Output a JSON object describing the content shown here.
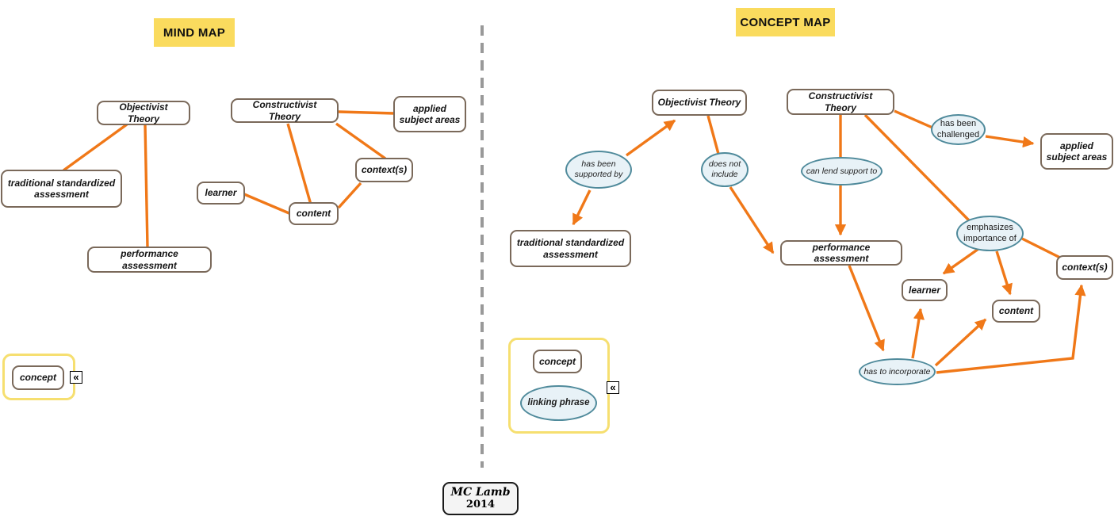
{
  "header": {
    "mind_map_title": "MIND MAP",
    "concept_map_title": "CONCEPT MAP"
  },
  "concepts": {
    "objectivist_theory": "Objectivist Theory",
    "constructivist_theory": "Constructivist Theory",
    "traditional_standardized_assessment": "traditional standardized assessment",
    "performance_assessment": "performance assessment",
    "learner": "learner",
    "content": "content",
    "contexts": "context(s)",
    "applied_subject_areas": "applied subject areas"
  },
  "linking_phrases": {
    "has_been_supported_by": "has been supported by",
    "does_not_include": "does not include",
    "can_lend_support_to": "can lend support to",
    "has_been_challenged": "has been challenged",
    "emphasizes_importance_of": "emphasizes importance of",
    "has_to_incorporate": "has to incorporate"
  },
  "mind_map": {
    "links": [
      {
        "from": "Objectivist Theory",
        "to": "traditional standardized assessment"
      },
      {
        "from": "Objectivist Theory",
        "to": "performance assessment"
      },
      {
        "from": "Constructivist Theory",
        "to": "applied subject areas"
      },
      {
        "from": "Constructivist Theory",
        "to": "context(s)"
      },
      {
        "from": "Constructivist Theory",
        "to": "content"
      },
      {
        "from": "learner",
        "to": "content"
      },
      {
        "from": "content",
        "to": "context(s)"
      }
    ]
  },
  "concept_map": {
    "edges": [
      {
        "from": "has been supported by",
        "to": "Objectivist Theory",
        "arrowhead": true
      },
      {
        "from": "has been supported by",
        "to": "traditional standardized assessment",
        "arrowhead": true
      },
      {
        "from": "Objectivist Theory",
        "to": "does not include",
        "arrowhead": false
      },
      {
        "from": "does not include",
        "to": "performance assessment",
        "arrowhead": true
      },
      {
        "from": "Constructivist Theory",
        "to": "can lend support to",
        "arrowhead": false
      },
      {
        "from": "can lend support to",
        "to": "performance assessment",
        "arrowhead": true
      },
      {
        "from": "Constructivist Theory",
        "to": "has been challenged",
        "arrowhead": false
      },
      {
        "from": "has been challenged",
        "to": "applied subject areas",
        "arrowhead": true
      },
      {
        "from": "Constructivist Theory",
        "to": "emphasizes importance of",
        "arrowhead": false
      },
      {
        "from": "emphasizes importance of",
        "to": "learner",
        "arrowhead": true
      },
      {
        "from": "emphasizes importance of",
        "to": "content",
        "arrowhead": true
      },
      {
        "from": "emphasizes importance of",
        "to": "context(s)",
        "arrowhead": false
      },
      {
        "from": "performance assessment",
        "to": "has to incorporate",
        "arrowhead": true
      },
      {
        "from": "has to incorporate",
        "to": "learner",
        "arrowhead": true
      },
      {
        "from": "has to incorporate",
        "to": "content",
        "arrowhead": true
      },
      {
        "from": "has to incorporate",
        "to": "context(s)",
        "arrowhead": true
      }
    ]
  },
  "legend_left": {
    "concept_label": "concept",
    "collapse_icon": "«"
  },
  "legend_right": {
    "concept_label": "concept",
    "linking_phrase_label": "linking phrase",
    "collapse_icon": "«"
  },
  "signature": {
    "name": "MC Lamb",
    "year": "2014"
  },
  "colors": {
    "connector_orange": "#F07818",
    "concept_border_brown": "#7A695A",
    "linking_border_teal": "#4F8A9B",
    "linking_fill_blue": "#E8F2F7",
    "title_highlight_yellow": "#FADB5E",
    "legend_border_yellow": "#F6DF70",
    "divider_gray": "#999999"
  }
}
